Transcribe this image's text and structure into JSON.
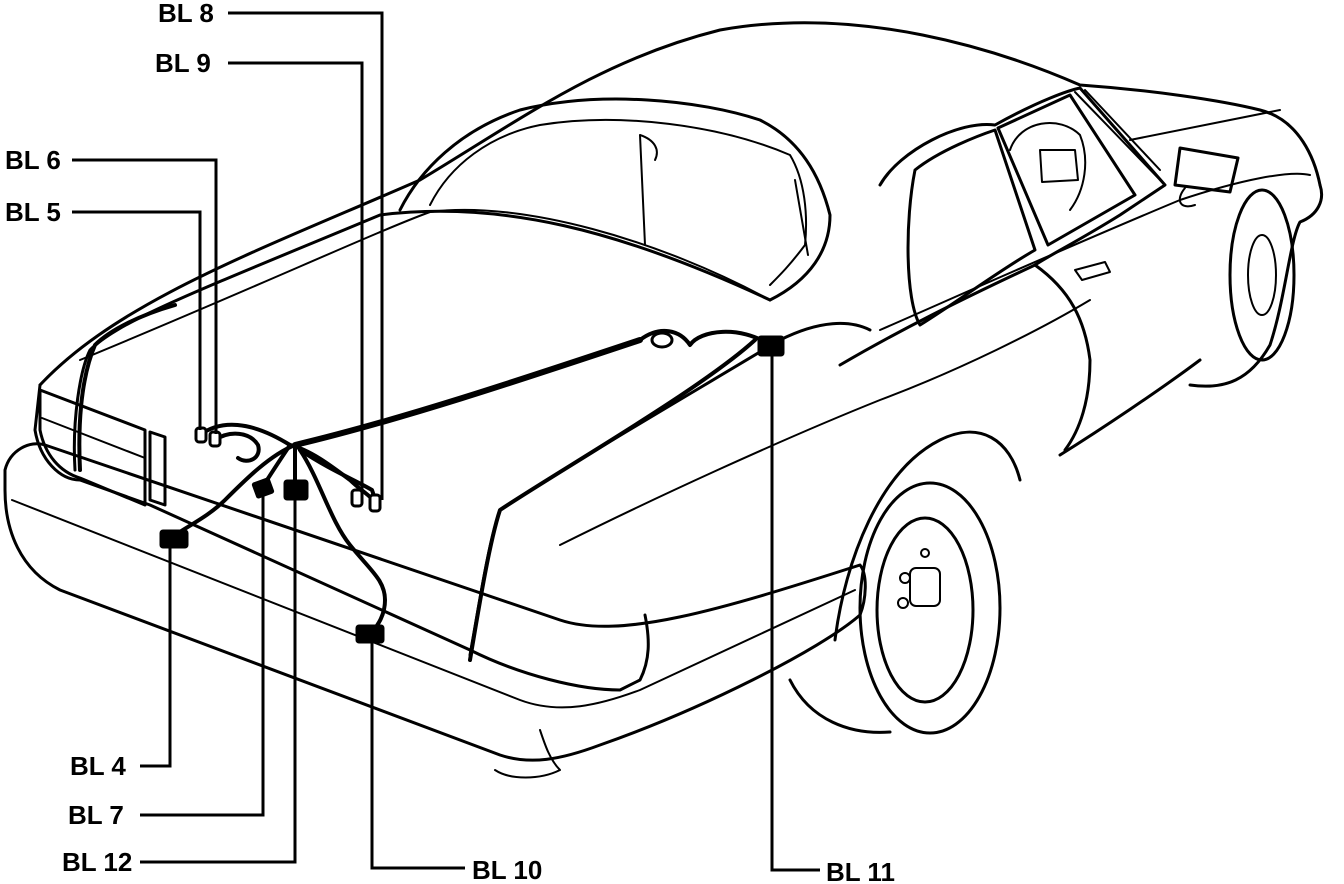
{
  "labels": {
    "bl4": "BL 4",
    "bl5": "BL 5",
    "bl6": "BL 6",
    "bl7": "BL 7",
    "bl8": "BL 8",
    "bl9": "BL 9",
    "bl10": "BL 10",
    "bl11": "BL 11",
    "bl12": "BL 12"
  },
  "colors": {
    "line": "#000000",
    "background": "#ffffff"
  }
}
